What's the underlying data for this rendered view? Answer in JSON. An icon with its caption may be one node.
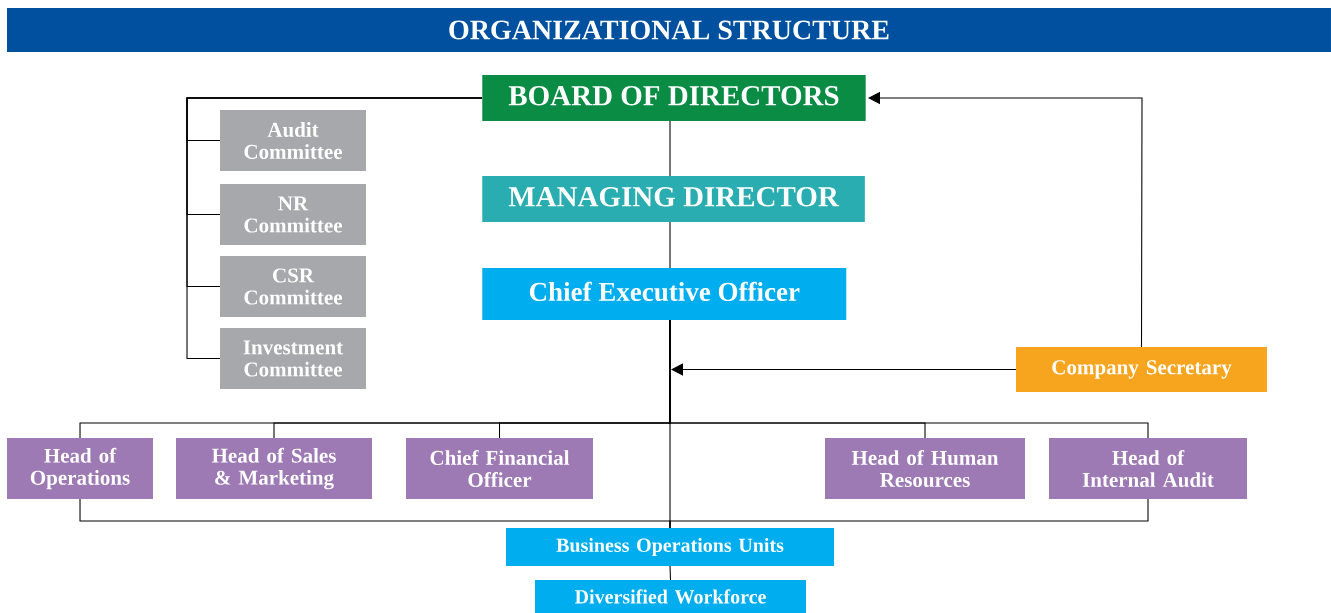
{
  "diagram": {
    "title": "ORGANIZATIONAL STRUCTURE",
    "nodes": [
      {
        "text": [
          "BOARD OF DIRECTORS"
        ]
      },
      {
        "text": [
          "MANAGING DIRECTOR"
        ]
      },
      {
        "text": [
          "Chief Executive Officer"
        ]
      },
      {
        "text": [
          "Audit Committee"
        ]
      },
      {
        "text": [
          "NR Committee"
        ]
      },
      {
        "text": [
          "CSR Committee"
        ]
      },
      {
        "text": [
          "Investment Committee"
        ]
      },
      {
        "text": [
          "Company Secretary"
        ]
      },
      {
        "text": [
          "Head of Operations"
        ]
      },
      {
        "text": [
          "Head of Sales & Marketing"
        ]
      },
      {
        "text": [
          "Chief Financial Officer"
        ]
      },
      {
        "text": [
          "Head of Human Resources"
        ]
      },
      {
        "text": [
          "Head of Internal Audit"
        ]
      },
      {
        "text": [
          "Business Operations Units"
        ]
      },
      {
        "text": [
          "Diversified Workforce"
        ]
      }
    ],
    "edges": [
      {
        "from": 0,
        "to": 1,
        "arrow": "none"
      },
      {
        "from": 1,
        "to": 2,
        "arrow": "none"
      },
      {
        "from": 0,
        "to": 3,
        "arrow": "none"
      },
      {
        "from": 0,
        "to": 4,
        "arrow": "none"
      },
      {
        "from": 0,
        "to": 5,
        "arrow": "none"
      },
      {
        "from": 0,
        "to": 6,
        "arrow": "none"
      },
      {
        "from": 7,
        "to": 0,
        "arrow": "to"
      },
      {
        "from": 7,
        "to": 2,
        "arrow": "to"
      },
      {
        "from": 2,
        "to": 8,
        "arrow": "none"
      },
      {
        "from": 2,
        "to": 9,
        "arrow": "none"
      },
      {
        "from": 2,
        "to": 10,
        "arrow": "none"
      },
      {
        "from": 2,
        "to": 11,
        "arrow": "none"
      },
      {
        "from": 2,
        "to": 12,
        "arrow": "none"
      },
      {
        "from": 2,
        "to": 13,
        "arrow": "none"
      },
      {
        "from": 8,
        "to": 13,
        "arrow": "none"
      },
      {
        "from": 12,
        "to": 13,
        "arrow": "none"
      },
      {
        "from": 13,
        "to": 14,
        "arrow": "none"
      }
    ]
  }
}
